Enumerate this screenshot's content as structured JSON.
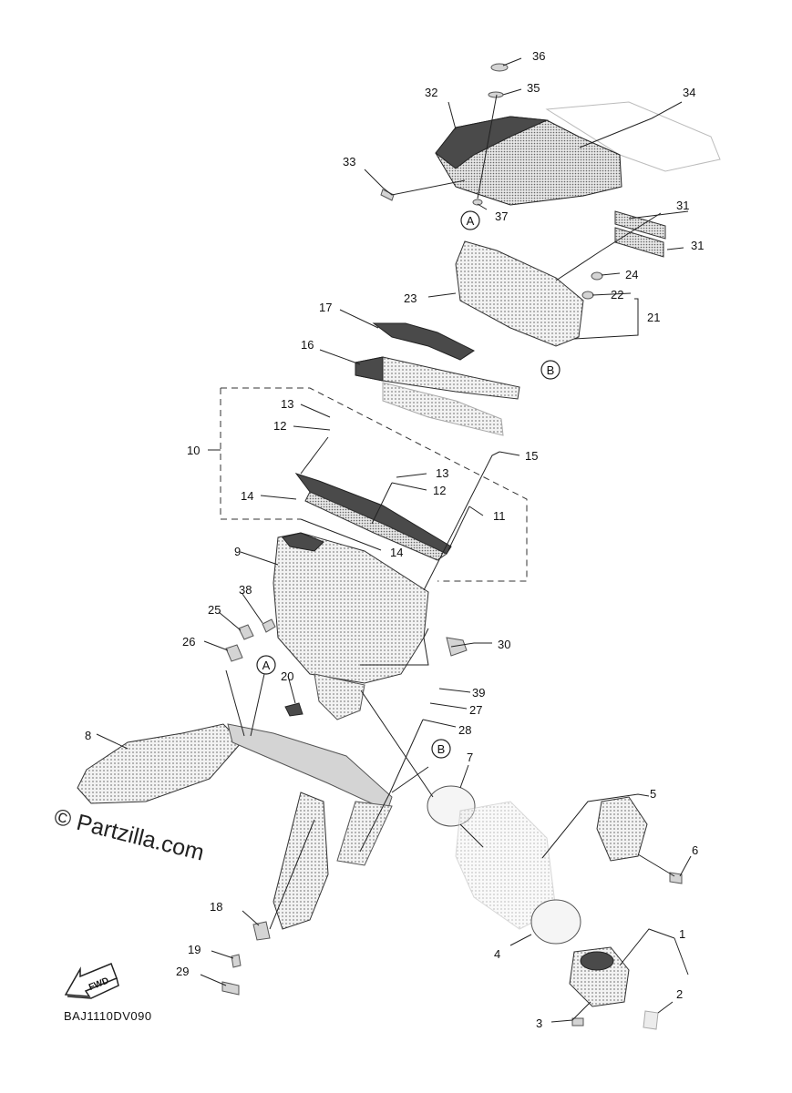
{
  "watermark": "© Partzilla.com",
  "diagram_code": "BAJ1110DV090",
  "fwd_label": "FWD",
  "reference_markers": [
    "A",
    "A",
    "B",
    "B"
  ],
  "callouts": [
    "1",
    "2",
    "3",
    "4",
    "5",
    "6",
    "7",
    "8",
    "9",
    "10",
    "11",
    "12",
    "12",
    "13",
    "13",
    "14",
    "14",
    "15",
    "16",
    "17",
    "18",
    "19",
    "20",
    "21",
    "22",
    "23",
    "24",
    "25",
    "26",
    "27",
    "28",
    "29",
    "30",
    "31",
    "31",
    "32",
    "33",
    "34",
    "35",
    "36",
    "37",
    "38",
    "39"
  ]
}
